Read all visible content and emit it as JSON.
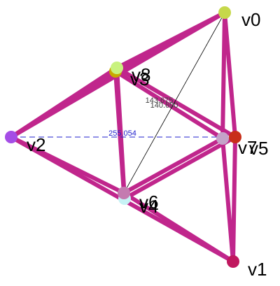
{
  "graph": {
    "vertices": [
      {
        "id": "v0",
        "label": "v0",
        "color": "#c6d84a"
      },
      {
        "id": "v1",
        "label": "v1",
        "color": "#c0185f"
      },
      {
        "id": "v2",
        "label": "v2",
        "color": "#a54de6"
      },
      {
        "id": "v3",
        "label": "v3",
        "color": "#c8a800"
      },
      {
        "id": "v4",
        "label": "v4",
        "color": "#c7f2f5"
      },
      {
        "id": "v5",
        "label": "v5",
        "color": "#c82f1a"
      },
      {
        "id": "v6",
        "label": "v6",
        "color": "#c47bb0"
      },
      {
        "id": "v7",
        "label": "v7",
        "color": "#c4a3c9"
      },
      {
        "id": "v8",
        "label": "v8",
        "color": "#c8f27e"
      }
    ],
    "edge_color": "#c0268c",
    "edges": [
      [
        "v0",
        "v2"
      ],
      [
        "v0",
        "v3"
      ],
      [
        "v0",
        "v8"
      ],
      [
        "v0",
        "v5"
      ],
      [
        "v0",
        "v7"
      ],
      [
        "v2",
        "v3"
      ],
      [
        "v2",
        "v8"
      ],
      [
        "v2",
        "v6"
      ],
      [
        "v2",
        "v1"
      ],
      [
        "v3",
        "v6"
      ],
      [
        "v8",
        "v4"
      ],
      [
        "v3",
        "v7"
      ],
      [
        "v8",
        "v5"
      ],
      [
        "v6",
        "v7"
      ],
      [
        "v4",
        "v5"
      ],
      [
        "v6",
        "v1"
      ],
      [
        "v7",
        "v1"
      ],
      [
        "v5",
        "v1"
      ]
    ],
    "measurements": [
      {
        "from": "v2",
        "to": "v5",
        "text": "255.054",
        "style": "dashed",
        "color": "#2222cc"
      },
      {
        "from": "v0",
        "to": "v6",
        "text": "",
        "style": "solid-thin",
        "color": "#000000"
      },
      {
        "from": "v3",
        "to": "v7",
        "text": "143.675",
        "style": "none",
        "color": "#444444"
      },
      {
        "from": "v3",
        "to": "v7",
        "text": "140.690",
        "style": "none",
        "color": "#444444"
      }
    ]
  }
}
